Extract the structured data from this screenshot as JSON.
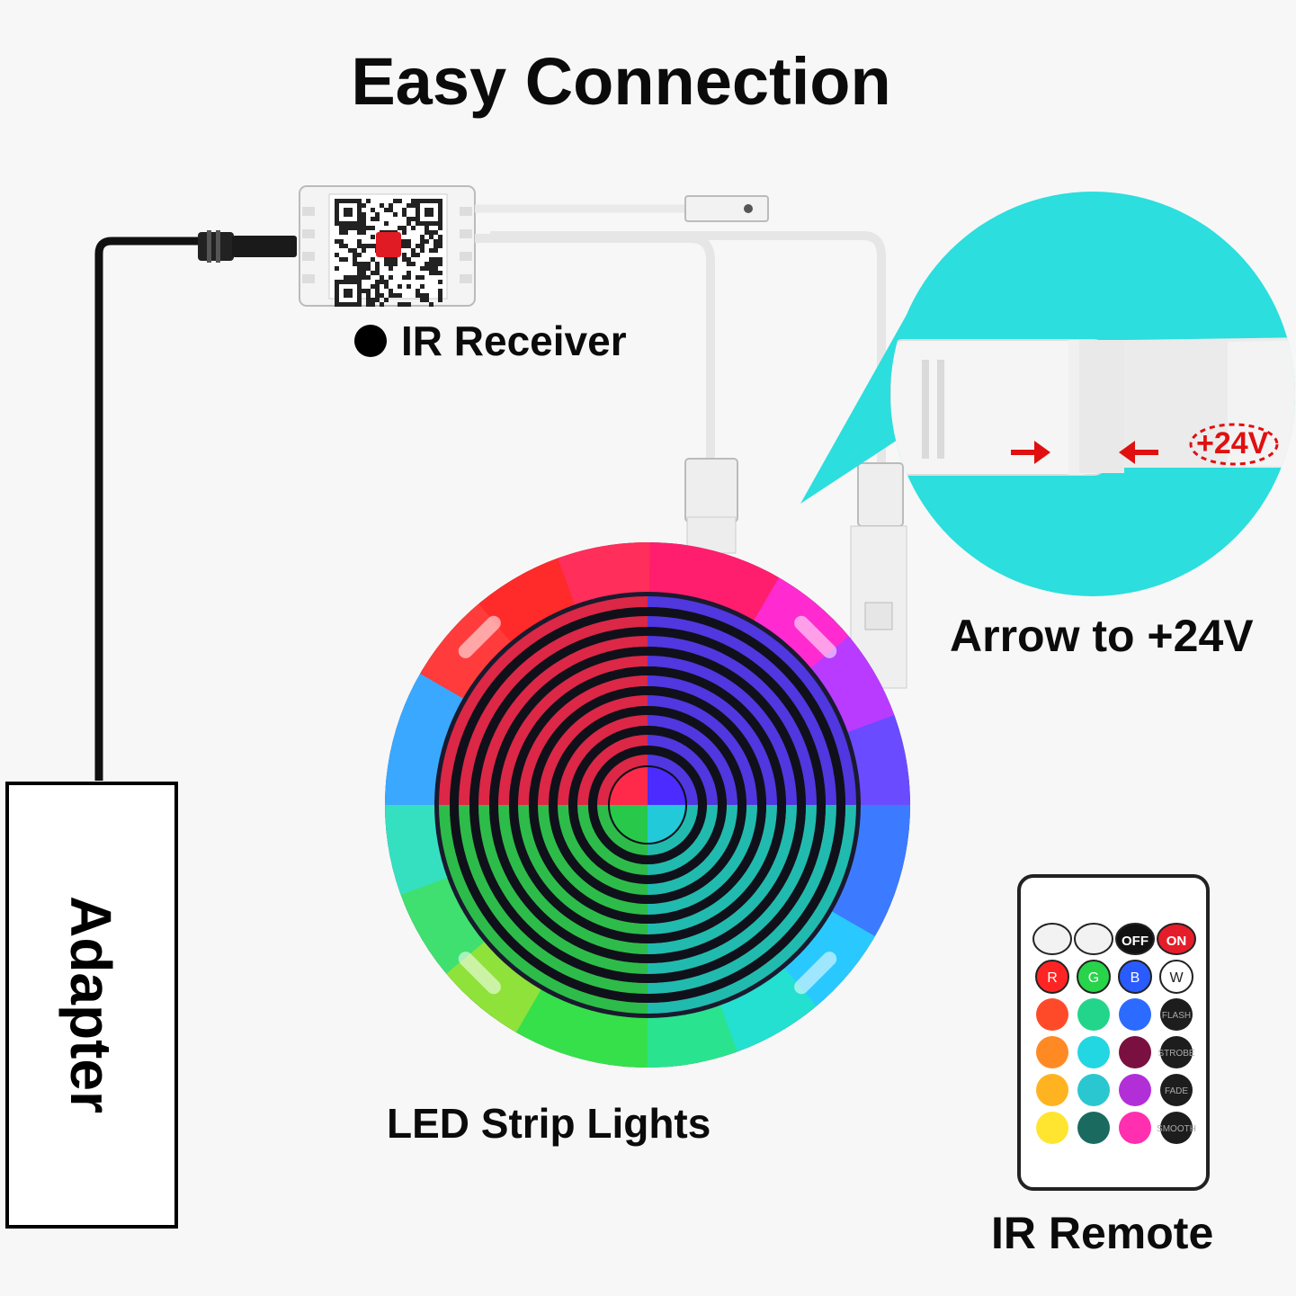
{
  "title": "Easy Connection",
  "labels": {
    "ir_receiver": "IR Receiver",
    "arrow": "Arrow to +24V",
    "zoom_marking": "+24V",
    "led_strip": "LED Strip Lights",
    "ir_remote": "IR Remote",
    "adapter": "Adapter"
  },
  "remote": {
    "top_buttons": [
      "",
      "",
      "OFF",
      "ON"
    ],
    "rgbw": [
      "R",
      "G",
      "B",
      "W"
    ],
    "modes": [
      "FLASH",
      "STROBE",
      "FADE",
      "SMOOTH"
    ]
  },
  "colors": {
    "callout": "#2cdedd",
    "cable": "#111111",
    "arrow": "#e01010"
  }
}
